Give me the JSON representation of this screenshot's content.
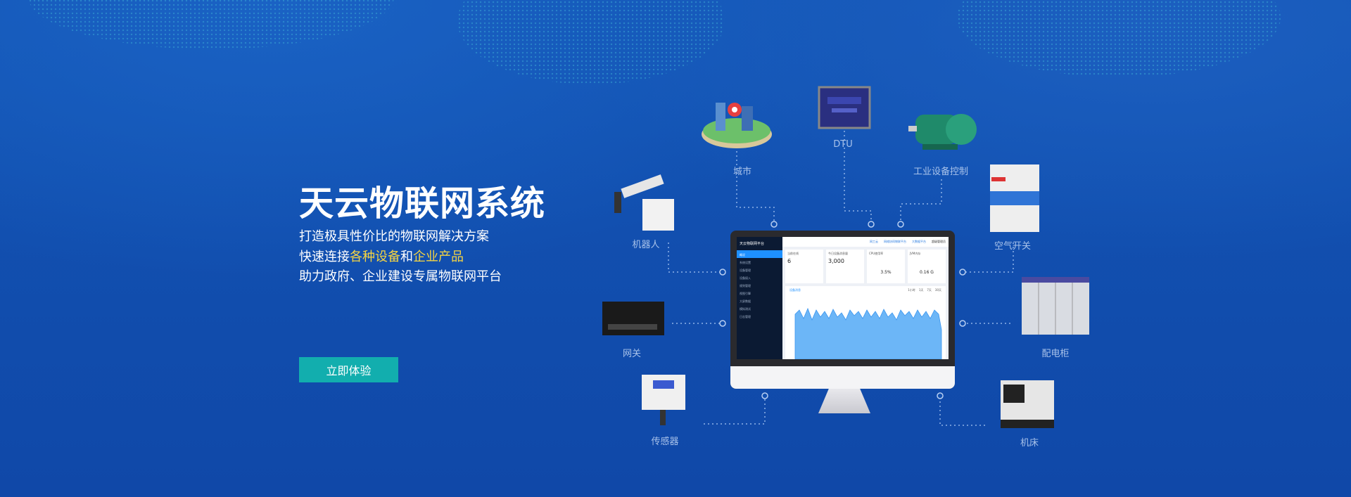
{
  "hero": {
    "title": "天云物联网系统",
    "line1": "打造极具性价比的物联网解决方案",
    "line2_pre": "快速连接",
    "line2_hl1": "各种设备",
    "line2_mid": "和",
    "line2_hl2": "企业产品",
    "line3": "助力政府、企业建设专属物联网平台",
    "cta": "立即体验"
  },
  "devices": {
    "city": "城市",
    "dtu": "DTU",
    "industrial": "工业设备控制",
    "robot": "机器人",
    "breaker": "空气开关",
    "gateway": "网关",
    "cabinet": "配电柜",
    "sensor": "传感器",
    "lathe": "机床"
  },
  "dashboard": {
    "brand": "天云物联网平台",
    "nav": [
      "概况",
      "系统设置",
      "设备管理",
      "设备接入",
      "规则管理",
      "视图引擎",
      "大屏数据",
      "模拟测试",
      "日志管理"
    ],
    "top_links": [
      "网工云",
      "网络协同物联平台",
      "大数据平台",
      "超级管理员"
    ],
    "cards": [
      {
        "label": "当前在线",
        "value": "6"
      },
      {
        "label": "今日设备消息量",
        "value": "3,000"
      },
      {
        "label": "CPU使用率",
        "value": "3.5%"
      },
      {
        "label": "JVM内存",
        "value": "0.16 G"
      }
    ],
    "chart_tab": "设备消息",
    "ranges": [
      "1小时",
      "1天",
      "7天",
      "30天"
    ]
  },
  "colors": {
    "bg": "#1250b0",
    "cta": "#12aeae",
    "highlight": "#f5d442"
  }
}
